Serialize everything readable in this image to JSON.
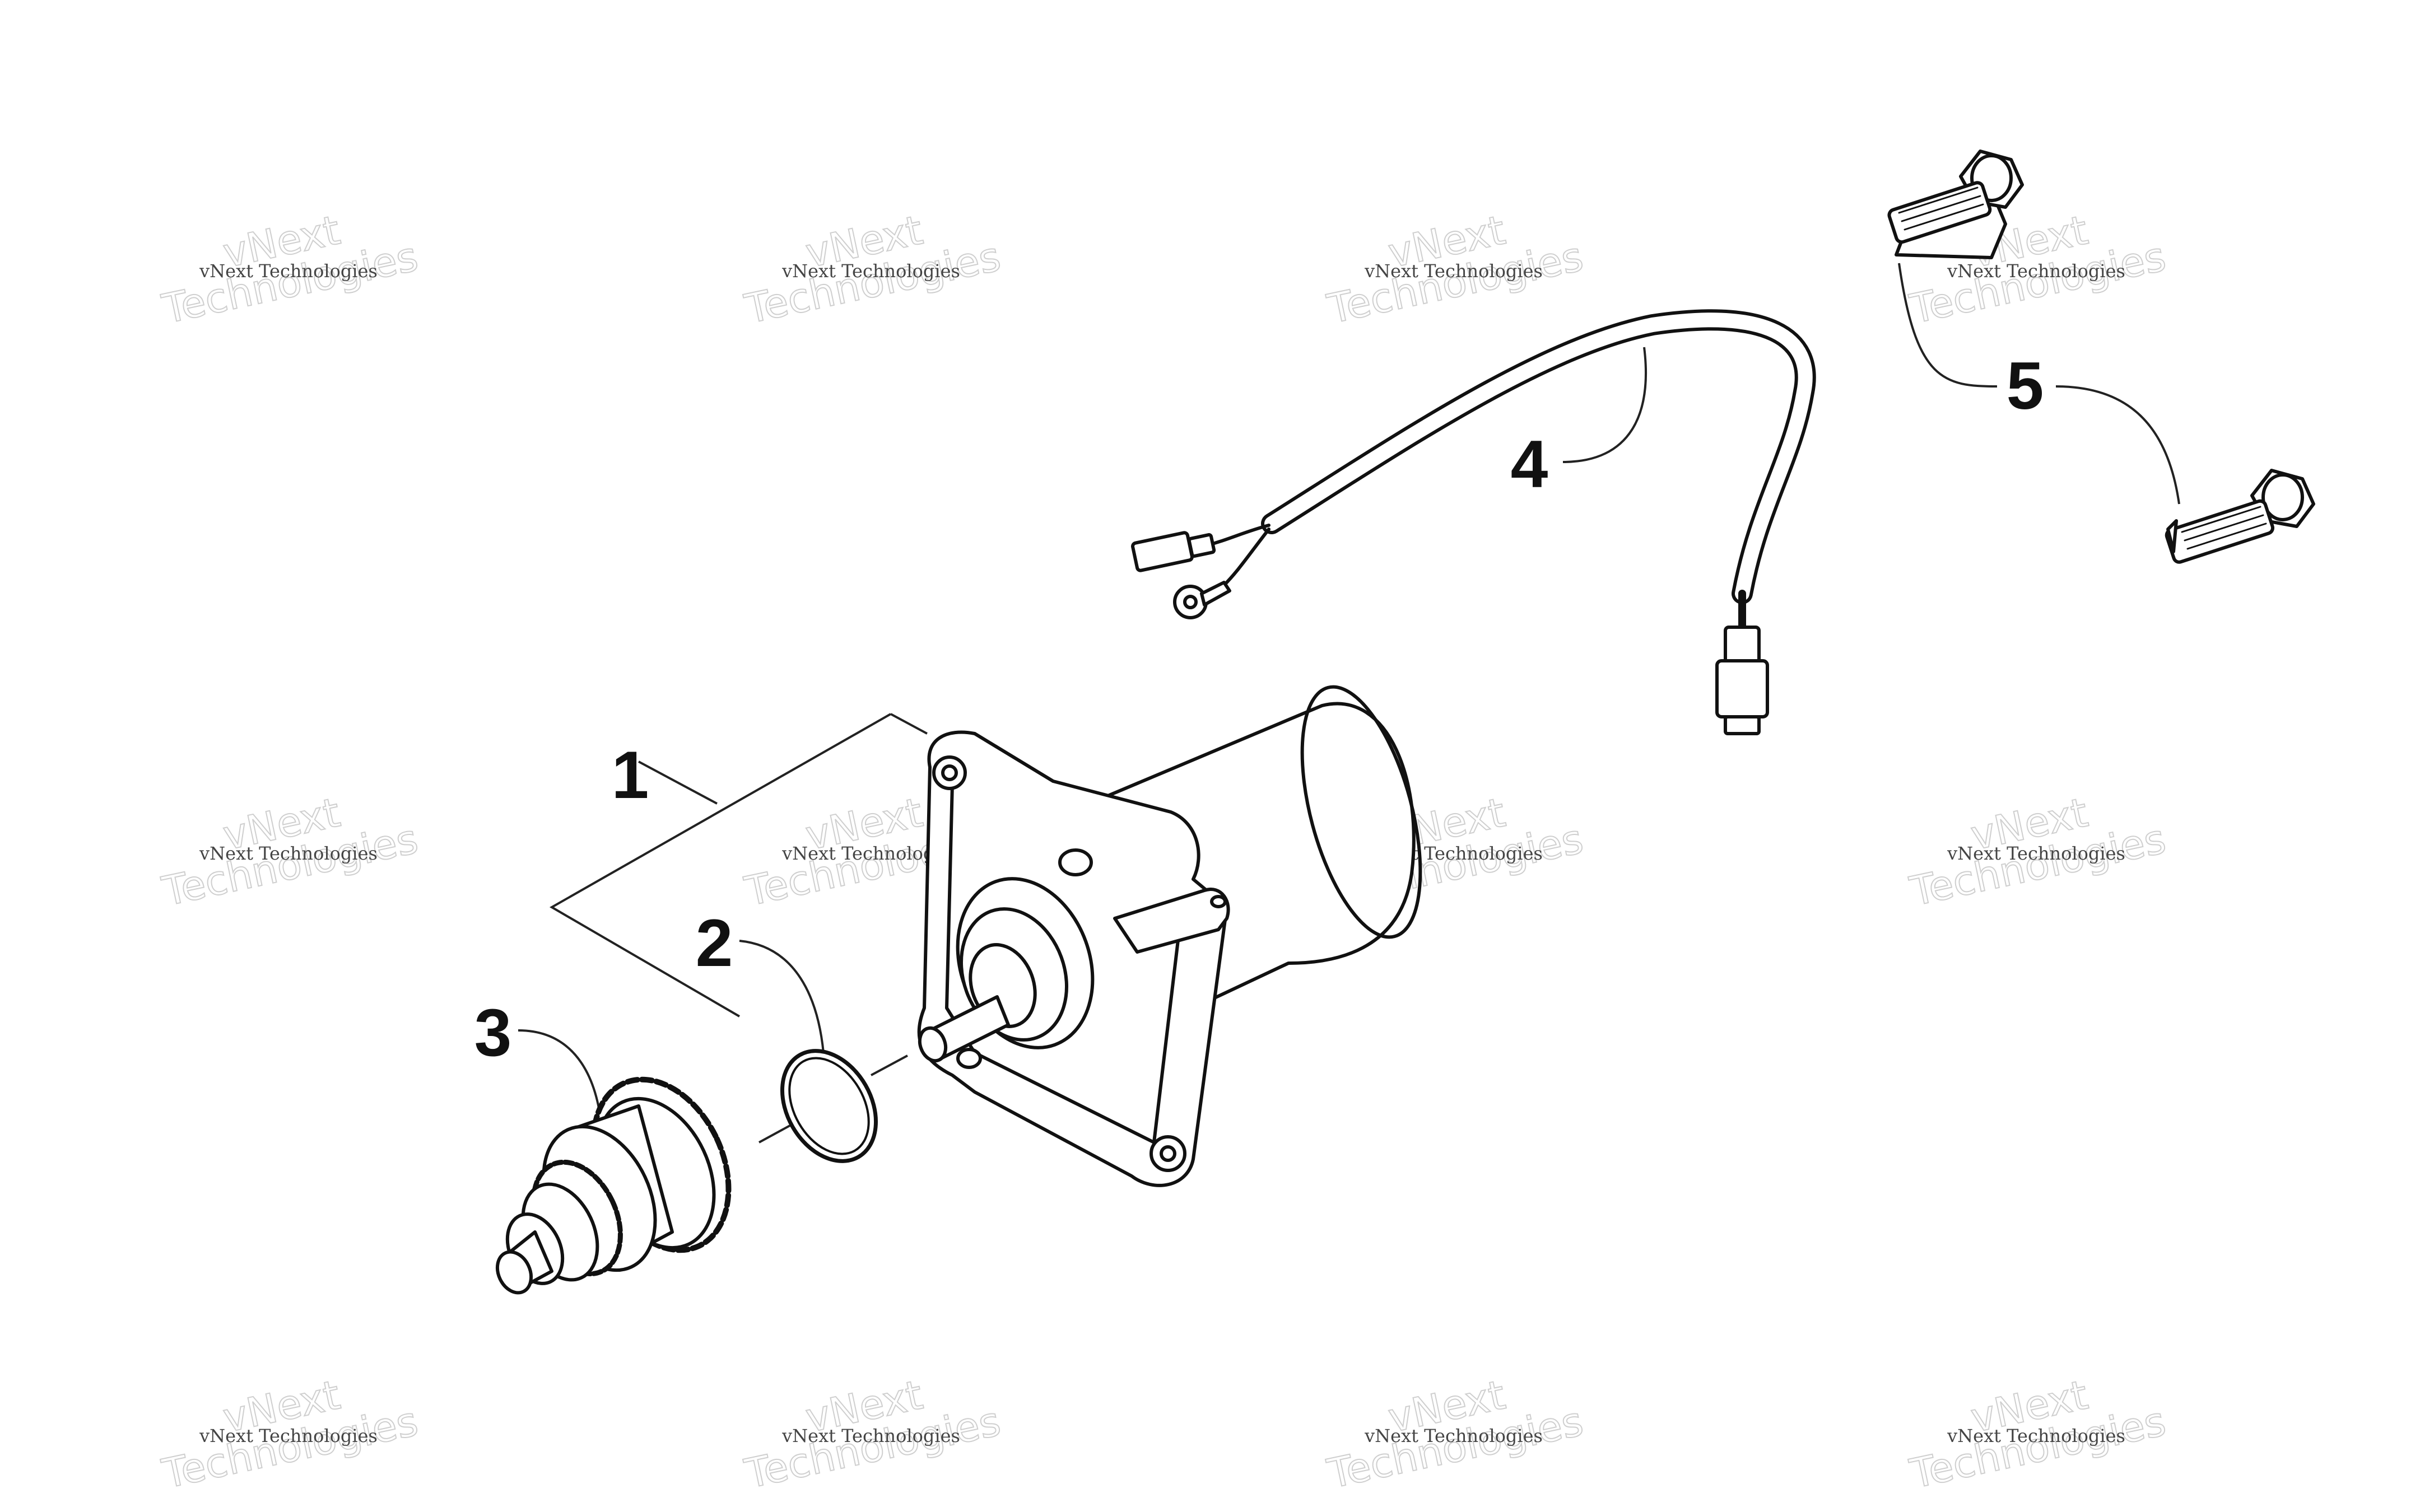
{
  "diagram": {
    "callouts": [
      "1",
      "2",
      "3",
      "4",
      "5"
    ],
    "watermark": {
      "line1": "vNext Technologies",
      "line2a": "vNext",
      "line2b": "Technologies"
    }
  }
}
